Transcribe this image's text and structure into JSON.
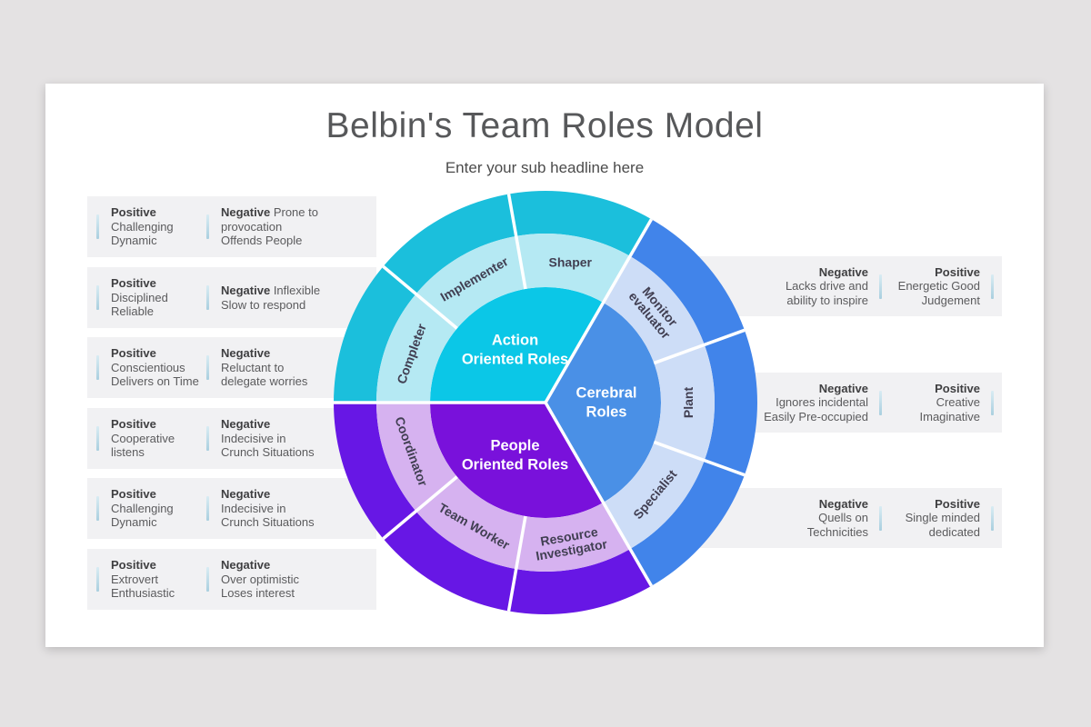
{
  "header": {
    "title": "Belbin's Team Roles Model",
    "subtitle": "Enter your sub headline here"
  },
  "palette": {
    "page_background": "#e4e2e3",
    "slide_background": "#ffffff",
    "row_background": "#f1f1f3",
    "accent_bar": "#aed4e2",
    "title_color": "#57585a",
    "role_label_color": "#413f52",
    "divider_color": "#ffffff"
  },
  "left_rows": [
    {
      "c1": {
        "label": "Positive",
        "text": "\nChallenging\nDynamic"
      },
      "c2": {
        "label": "Negative",
        "text": " Prone to\nprovocation\nOffends People"
      }
    },
    {
      "c1": {
        "label": "Positive",
        "text": "\nDisciplined\nReliable"
      },
      "c2": {
        "label": "Negative",
        "text": " Inflexible\nSlow to respond"
      }
    },
    {
      "c1": {
        "label": "Positive",
        "text": "\nConscientious\nDelivers on Time"
      },
      "c2": {
        "label": "Negative",
        "text": "\nReluctant to\ndelegate worries"
      }
    },
    {
      "c1": {
        "label": "Positive",
        "text": "\nCooperative\nlistens"
      },
      "c2": {
        "label": "Negative",
        "text": "\nIndecisive in\nCrunch Situations"
      }
    },
    {
      "c1": {
        "label": "Positive",
        "text": "\nChallenging\nDynamic"
      },
      "c2": {
        "label": "Negative",
        "text": "\nIndecisive in\nCrunch Situations"
      }
    },
    {
      "c1": {
        "label": "Positive",
        "text": "\nExtrovert\nEnthusiastic"
      },
      "c2": {
        "label": "Negative",
        "text": "\nOver optimistic\nLoses interest"
      }
    }
  ],
  "right_rows": [
    {
      "c1": {
        "label": "Negative",
        "text": "\nLacks drive and\nability to inspire"
      },
      "c2": {
        "label": "Positive",
        "text": "\nEnergetic Good\nJudgement"
      }
    },
    {
      "c1": {
        "label": "Negative",
        "text": "\nIgnores incidental\nEasily Pre-occupied"
      },
      "c2": {
        "label": "Positive",
        "text": "\nCreative\nImaginative"
      }
    },
    {
      "c1": {
        "label": "Negative",
        "text": "\nQuells on\nTechnicities"
      },
      "c2": {
        "label": "Positive",
        "text": "\nSingle minded\ndedicated"
      }
    }
  ],
  "wheel": {
    "groups": [
      {
        "name": "action",
        "label_lines": [
          "Action",
          "Oriented Roles"
        ],
        "start": 60,
        "end": 180,
        "label_angle": 120,
        "colors": {
          "inner": "#0bc7e7",
          "mid": "#b5e9f3",
          "outer": "#1bbfdc"
        },
        "roles": [
          {
            "name": "shaper",
            "label_lines": [
              "Shaper"
            ],
            "start": 60,
            "end": 100,
            "rot": 0
          },
          {
            "name": "implementer",
            "label_lines": [
              "Implementer"
            ],
            "start": 100,
            "end": 140,
            "rot": -30
          },
          {
            "name": "completer",
            "label_lines": [
              "Completer"
            ],
            "start": 140,
            "end": 180,
            "rot": -70
          }
        ]
      },
      {
        "name": "cerebral",
        "label_lines": [
          "Cerebral",
          "Roles"
        ],
        "start": -60,
        "end": 60,
        "label_angle": 0,
        "colors": {
          "inner": "#4a90e6",
          "mid": "#cdddf7",
          "outer": "#4184ea"
        },
        "roles": [
          {
            "name": "specialist",
            "label_lines": [
              "Specialist"
            ],
            "start": -60,
            "end": -20,
            "rot": -50
          },
          {
            "name": "plant",
            "label_lines": [
              "Plant"
            ],
            "start": -20,
            "end": 20,
            "rot": -90
          },
          {
            "name": "monitor-evaluator",
            "label_lines": [
              "Monitor",
              "evaluator"
            ],
            "start": 20,
            "end": 60,
            "rot": 50
          }
        ]
      },
      {
        "name": "people",
        "label_lines": [
          "People",
          "Oriented Roles"
        ],
        "start": 180,
        "end": 300,
        "label_angle": 240,
        "colors": {
          "inner": "#7911db",
          "mid": "#d6b2f0",
          "outer": "#6717e5"
        },
        "roles": [
          {
            "name": "coordinator",
            "label_lines": [
              "Coordinator"
            ],
            "start": 180,
            "end": 220,
            "rot": 70
          },
          {
            "name": "team-worker",
            "label_lines": [
              "Team Worker"
            ],
            "start": 220,
            "end": 260,
            "rot": 30
          },
          {
            "name": "resource-investigator",
            "label_lines": [
              "Resource",
              "Investigator"
            ],
            "start": 260,
            "end": 300,
            "rot": -10
          }
        ]
      }
    ]
  }
}
